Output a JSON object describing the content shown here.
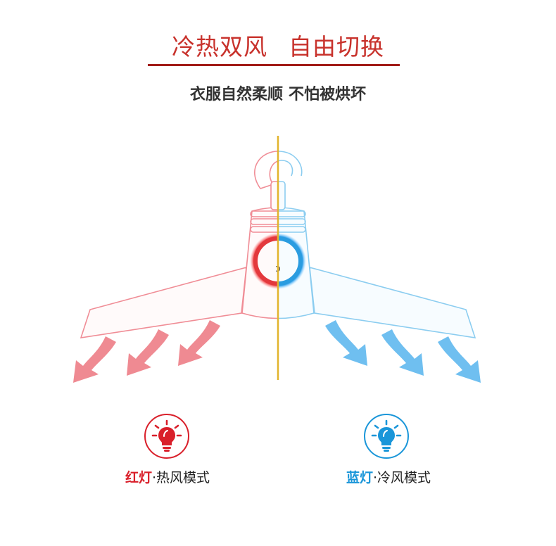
{
  "header": {
    "title_left": "冷热双风",
    "title_right": "自由切换",
    "subtitle_left": "衣服自然柔顺",
    "subtitle_right": "不怕被烘坏"
  },
  "hanger": {
    "power_glyph": "ↄ",
    "colors": {
      "warm": "#e3383c",
      "cool": "#2a9ce0",
      "warm_outline": "#f08d96",
      "cool_outline": "#8ccdf0",
      "divider": "#e2b42c",
      "warm_arrow": "#ef8a92",
      "cool_arrow": "#6fbff0"
    }
  },
  "modes": [
    {
      "icon": "bulb-icon",
      "color": "#d91f2a",
      "label_strong": "红灯",
      "label_rest": "·热风模式"
    },
    {
      "icon": "bulb-icon",
      "color": "#1a96d9",
      "label_strong": "蓝灯",
      "label_rest": "·冷风模式"
    }
  ]
}
